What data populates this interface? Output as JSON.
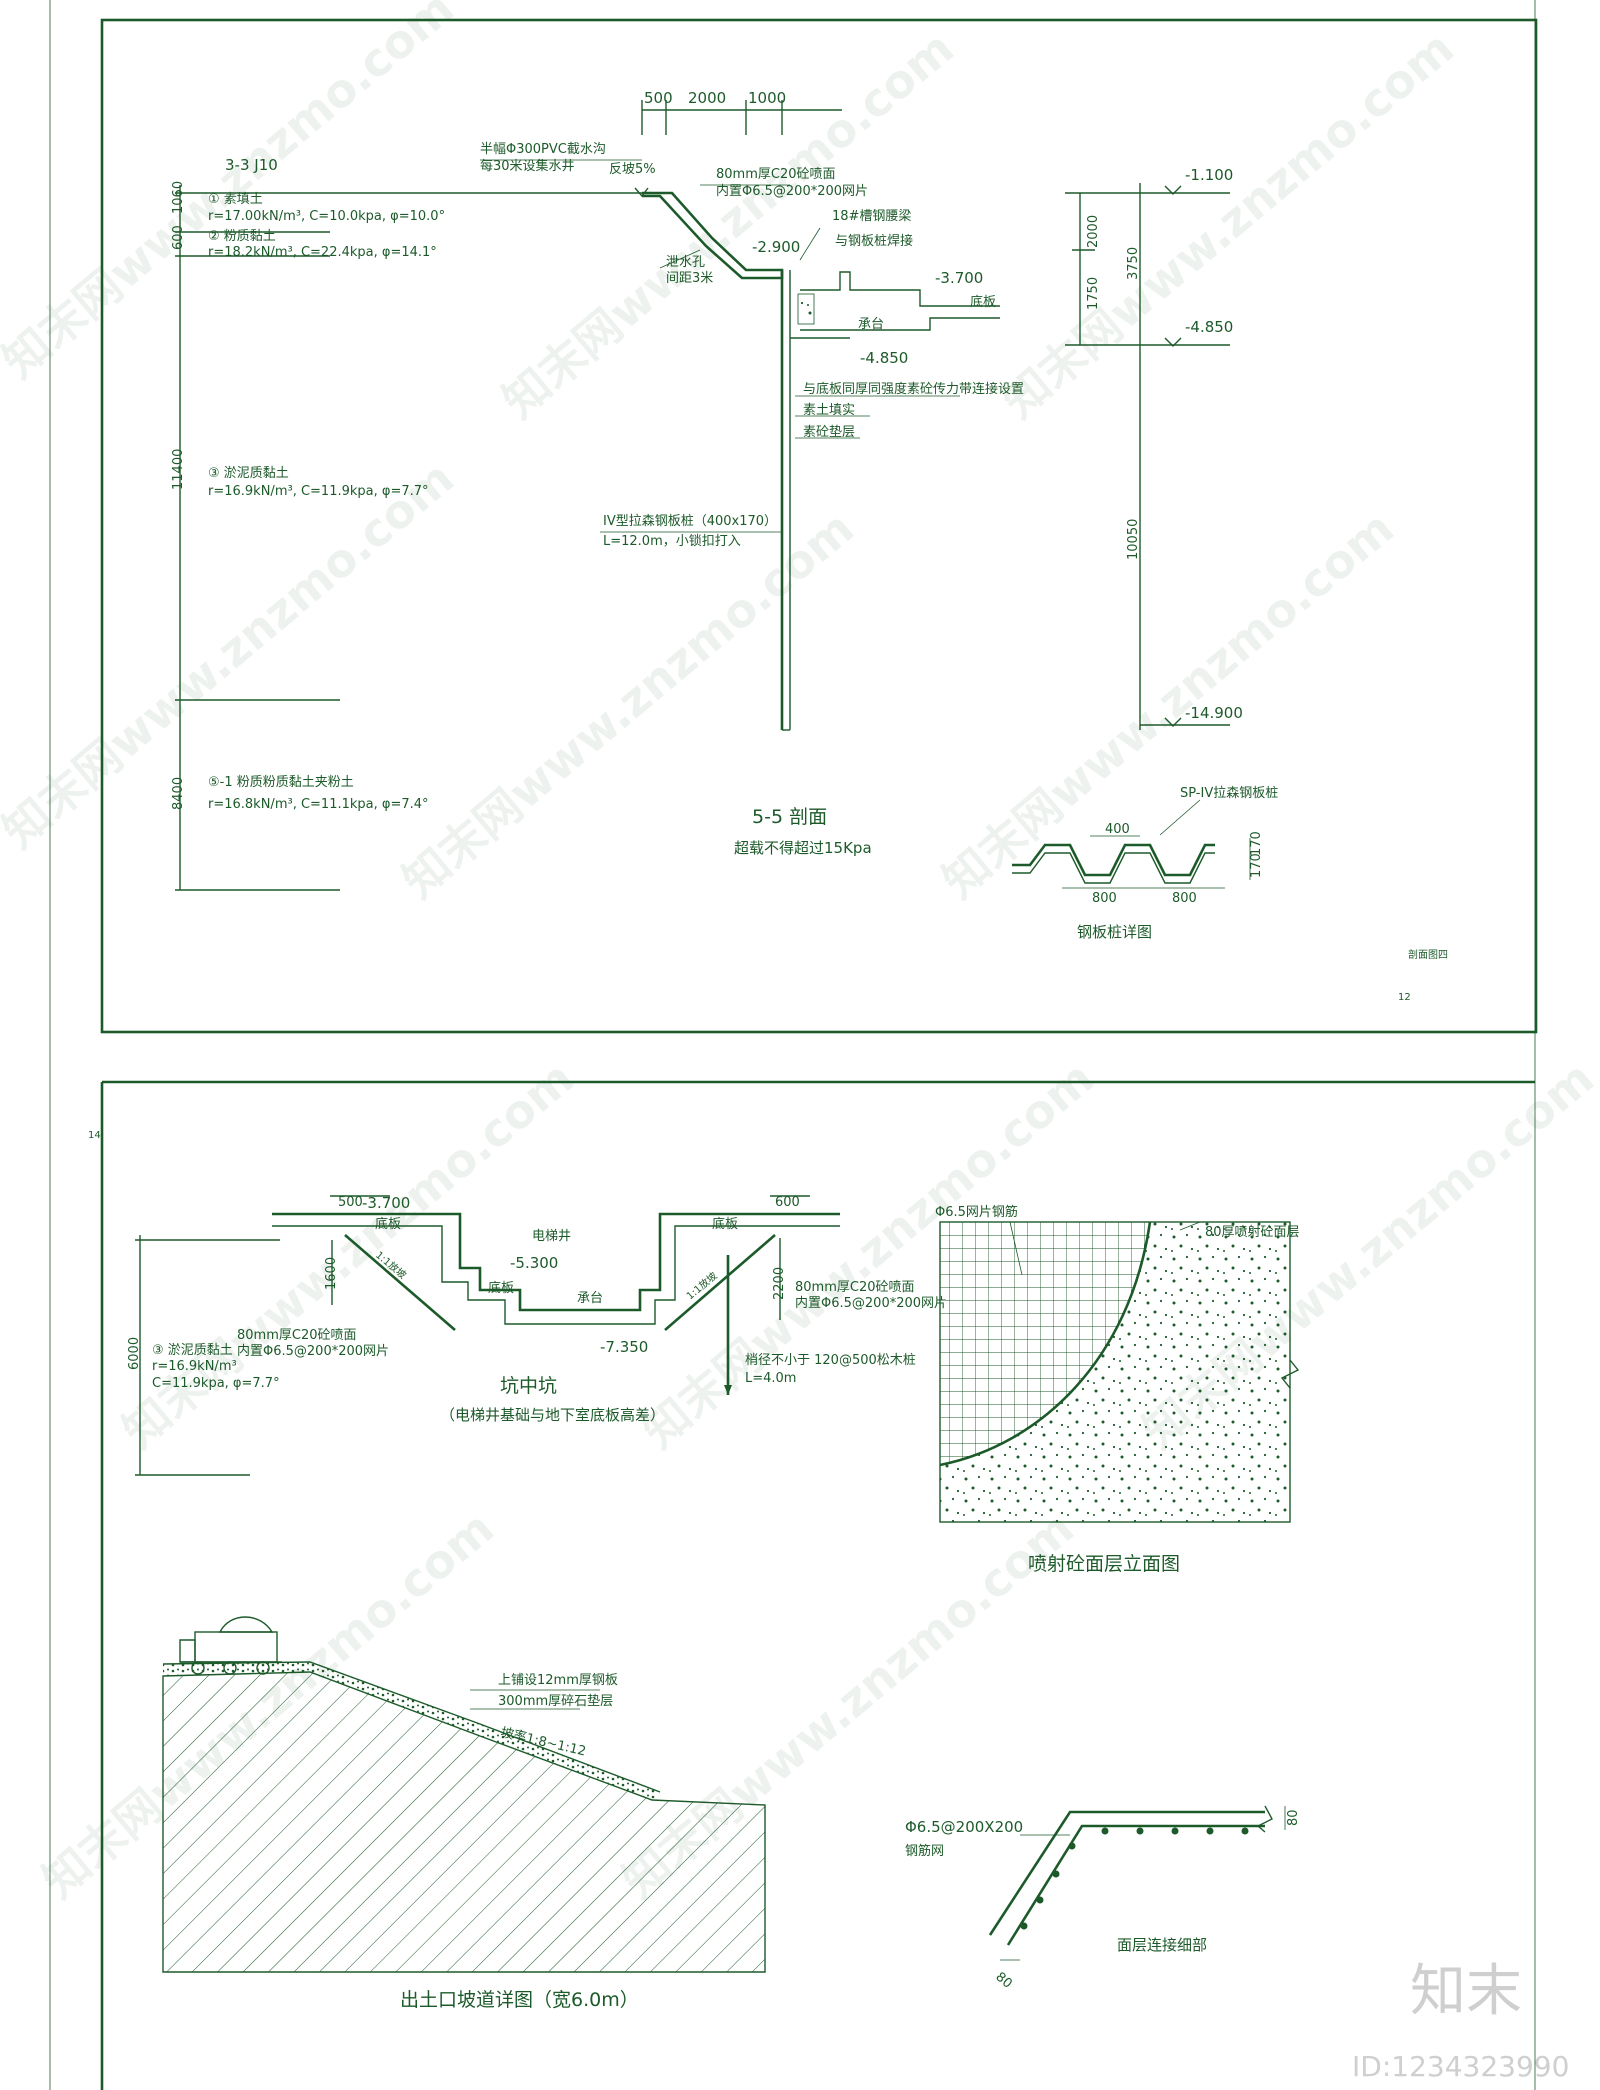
{
  "sheet1": {
    "section_code": "3-3 J10",
    "dims_top": [
      "500",
      "2000",
      "1000"
    ],
    "layers": [
      {
        "name": "① 素填土",
        "props": "r=17.00kN/m³, C=10.0kpa, φ=10.0°"
      },
      {
        "name": "② 粉质黏土",
        "props": "r=18.2kN/m³, C=22.4kpa, φ=14.1°"
      },
      {
        "name": "③ 淤泥质黏土",
        "props": "r=16.9kN/m³, C=11.9kpa, φ=7.7°"
      },
      {
        "name": "⑤-1 粉质粉质黏土夹粉土",
        "props": "r=16.8kN/m³, C=11.1kpa, φ=7.4°"
      }
    ],
    "left_dims": [
      "1060",
      "600",
      "11400",
      "8400"
    ],
    "notes": {
      "drain": "半幅Φ300PVC截水沟",
      "drain2": "每30米设集水井",
      "slope": "反坡5%",
      "spray1": "80mm厚C20砼喷面",
      "spray2": "内置Φ6.5@200*200网片",
      "waist1": "18#槽钢腰梁",
      "waist2": "与钢板桩焊接",
      "weep1": "泄水孔",
      "weep2": "间距3米",
      "slab": "底板",
      "cap": "承台",
      "band": "与底板同厚同强度素砼传力带连接设置",
      "fill": "素土填实",
      "cushion": "素砼垫层",
      "pile1": "IV型拉森钢板桩（400x170）",
      "pile2": "L=12.0m，小锁扣打入"
    },
    "elevations": [
      "-2.900",
      "-3.700",
      "-4.850"
    ],
    "right_elev": [
      "-1.100",
      "-4.850",
      "-14.900"
    ],
    "right_dims": [
      "2000",
      "1750",
      "3750",
      "10050"
    ],
    "title": "5-5 剖面",
    "subtitle": "超载不得超过15Kpa",
    "pile_detail": {
      "label": "SP-IV拉森钢板桩",
      "dims": [
        "400",
        "800",
        "800",
        "170",
        "170"
      ],
      "title": "钢板桩详图"
    },
    "corner_note": "剖面图四",
    "page_no": "12"
  },
  "sheet2": {
    "page_no": "14",
    "pit": {
      "dims": [
        "500",
        "600",
        "1600",
        "2200",
        "6000"
      ],
      "elevations": [
        "-3.700",
        "-5.300",
        "-7.350"
      ],
      "labels": {
        "slab_l": "底板",
        "slab_r": "底板",
        "elev": "电梯井",
        "slab_c": "底板",
        "cap": "承台",
        "slope_l": "1:1放坡",
        "slope_r": "1:1放坡",
        "spray_l1": "80mm厚C20砼喷面",
        "spray_l2": "内置Φ6.5@200*200网片",
        "spray_r1": "80mm厚C20砼喷面",
        "spray_r2": "内置Φ6.5@200*200网片",
        "pile1": "梢径不小于 120@500松木桩",
        "pile2": "L=4.0m",
        "soil1": "③ 淤泥质黏土",
        "soil2": "r=16.9kN/m³",
        "soil3": "C=11.9kpa, φ=7.7°"
      },
      "title": "坑中坑",
      "subtitle": "（电梯井基础与地下室底板高差）"
    },
    "facade": {
      "mesh": "Φ6.5网片钢筋",
      "layer": "80厚喷射砼面层",
      "title": "喷射砼面层立面图"
    },
    "ramp": {
      "n1": "上铺设12mm厚钢板",
      "n2": "300mm厚碎石垫层",
      "n3": "坡率1:8~1:12",
      "title": "出土口坡道详图（宽6.0m）"
    },
    "joint": {
      "mesh1": "Φ6.5@200X200",
      "mesh2": "钢筋网",
      "d1": "80",
      "d2": "80",
      "title": "面层连接细部"
    }
  },
  "watermark": "知末网www.znzmo.com",
  "brand": {
    "logo": "知末",
    "id": "ID:1234323990"
  }
}
